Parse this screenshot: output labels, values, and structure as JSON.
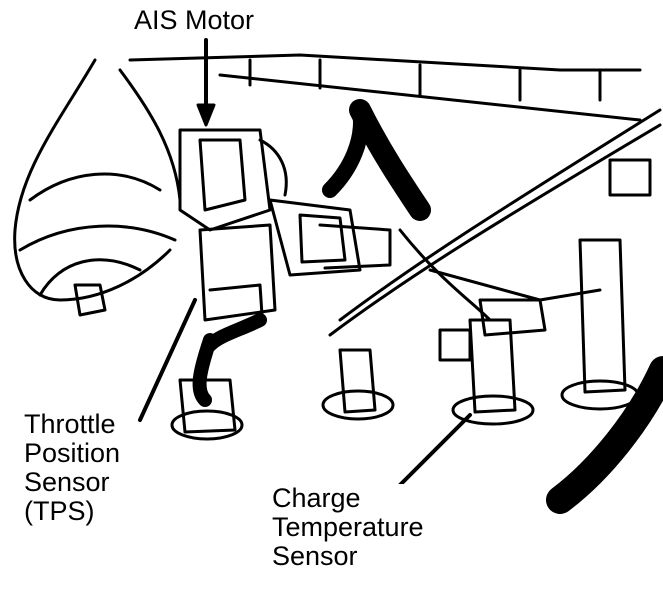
{
  "labels": {
    "ais_motor": "AIS Motor",
    "tps": [
      "Throttle",
      "Position",
      "Sensor",
      "(TPS)"
    ],
    "charge_temp": [
      "Charge",
      "Temperature",
      "Sensor"
    ]
  },
  "colors": {
    "ink": "#000000",
    "paper": "#ffffff"
  }
}
